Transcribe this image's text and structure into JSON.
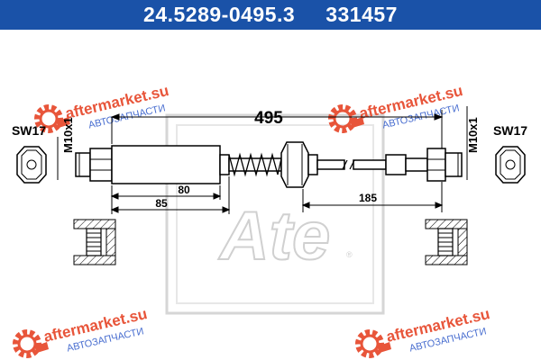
{
  "header": {
    "part_number": "24.5289-0495.3",
    "ref_number": "331457"
  },
  "dimensions": {
    "total_length": "495",
    "left_sleeve": "80",
    "left_spring_end": "85",
    "right_segment": "185",
    "wrench_left": "SW17",
    "wrench_right": "SW17",
    "thread_left": "M10x1",
    "thread_right": "M10x1"
  },
  "watermarks": {
    "brand": "aftermarket.su",
    "tagline": "АВТОЗАПЧАСТИ"
  },
  "logo": {
    "text": "Ate"
  },
  "colors": {
    "header_bg": "#1a52a8",
    "header_text": "#ffffff",
    "watermark": "#e8553a",
    "watermark_text": "#4a6fd0"
  }
}
